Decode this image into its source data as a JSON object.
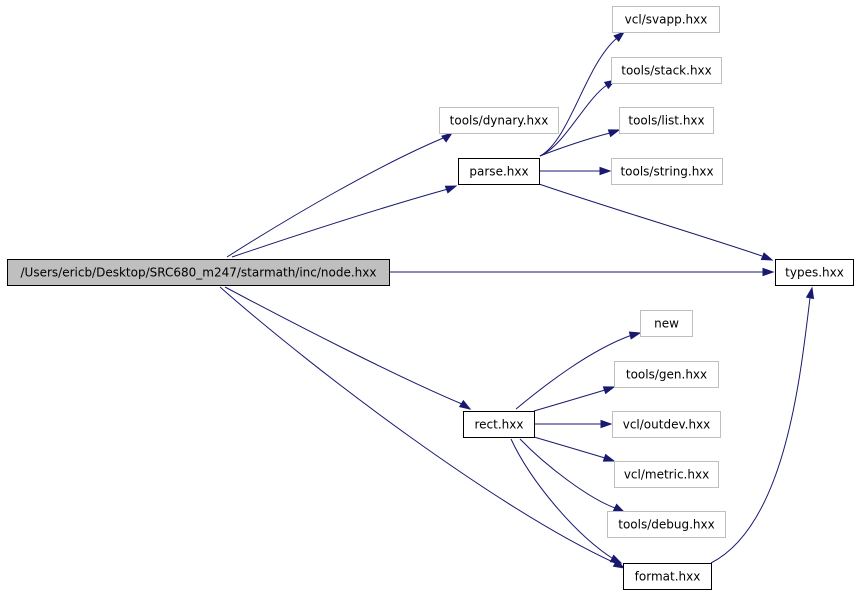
{
  "graph": {
    "colors": {
      "edge": "#191970",
      "root_fill": "#bfbfbf",
      "normal_border": "#000000",
      "external_border": "#bfbfbf",
      "background": "#ffffff"
    },
    "nodes": [
      {
        "id": "node_hxx",
        "label": "/Users/ericb/Desktop/SRC680_m247/starmath/inc/node.hxx",
        "kind": "root"
      },
      {
        "id": "types_hxx",
        "label": "types.hxx",
        "kind": "normal"
      },
      {
        "id": "parse_hxx",
        "label": "parse.hxx",
        "kind": "normal"
      },
      {
        "id": "rect_hxx",
        "label": "rect.hxx",
        "kind": "normal"
      },
      {
        "id": "format_hxx",
        "label": "format.hxx",
        "kind": "normal"
      },
      {
        "id": "tools_dynary",
        "label": "tools/dynary.hxx",
        "kind": "external"
      },
      {
        "id": "vcl_svapp",
        "label": "vcl/svapp.hxx",
        "kind": "external"
      },
      {
        "id": "tools_stack",
        "label": "tools/stack.hxx",
        "kind": "external"
      },
      {
        "id": "tools_list",
        "label": "tools/list.hxx",
        "kind": "external"
      },
      {
        "id": "tools_string",
        "label": "tools/string.hxx",
        "kind": "external"
      },
      {
        "id": "new",
        "label": "new",
        "kind": "external"
      },
      {
        "id": "tools_gen",
        "label": "tools/gen.hxx",
        "kind": "external"
      },
      {
        "id": "vcl_outdev",
        "label": "vcl/outdev.hxx",
        "kind": "external"
      },
      {
        "id": "vcl_metric",
        "label": "vcl/metric.hxx",
        "kind": "external"
      },
      {
        "id": "tools_debug",
        "label": "tools/debug.hxx",
        "kind": "external"
      }
    ],
    "edges": [
      {
        "from": "node_hxx",
        "to": "tools_dynary"
      },
      {
        "from": "node_hxx",
        "to": "parse_hxx"
      },
      {
        "from": "node_hxx",
        "to": "types_hxx"
      },
      {
        "from": "node_hxx",
        "to": "rect_hxx"
      },
      {
        "from": "node_hxx",
        "to": "format_hxx"
      },
      {
        "from": "parse_hxx",
        "to": "vcl_svapp"
      },
      {
        "from": "parse_hxx",
        "to": "tools_stack"
      },
      {
        "from": "parse_hxx",
        "to": "tools_list"
      },
      {
        "from": "parse_hxx",
        "to": "tools_string"
      },
      {
        "from": "parse_hxx",
        "to": "types_hxx"
      },
      {
        "from": "rect_hxx",
        "to": "new"
      },
      {
        "from": "rect_hxx",
        "to": "tools_gen"
      },
      {
        "from": "rect_hxx",
        "to": "vcl_outdev"
      },
      {
        "from": "rect_hxx",
        "to": "vcl_metric"
      },
      {
        "from": "rect_hxx",
        "to": "tools_debug"
      },
      {
        "from": "rect_hxx",
        "to": "format_hxx"
      },
      {
        "from": "format_hxx",
        "to": "types_hxx"
      }
    ]
  }
}
